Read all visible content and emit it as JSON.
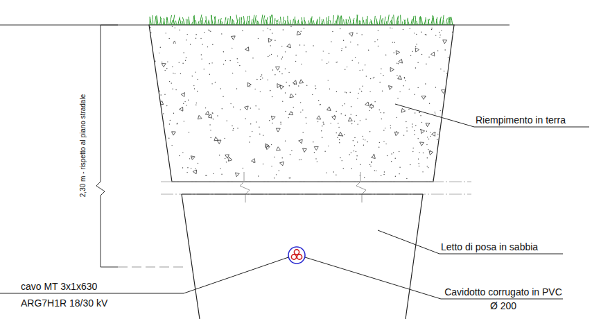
{
  "diagram": {
    "labels": [
      "Riempimento in terra",
      "Letto di posa in sabbia",
      "cavo MT 3x1x630",
      "ARG7H1R 18/30 kV",
      "Cavidotto corrugato in PVC Ø 200",
      "2,30 m - rispetto al piano stradale"
    ]
  }
}
